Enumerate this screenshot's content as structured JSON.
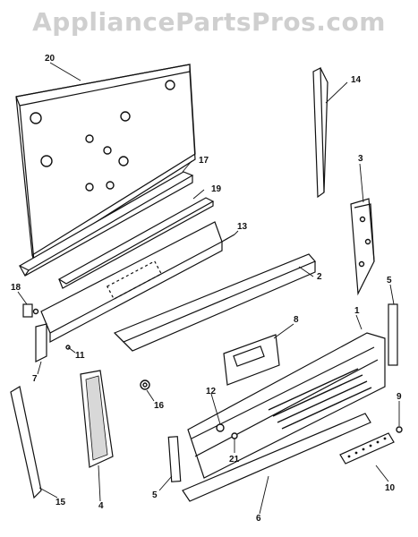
{
  "watermark": "AppliancePartsPros.com",
  "callouts": [
    "20",
    "14",
    "17",
    "19",
    "3",
    "13",
    "2",
    "18",
    "5",
    "8",
    "11",
    "1",
    "7",
    "12",
    "16",
    "9",
    "21",
    "4",
    "15",
    "10",
    "5",
    "6"
  ]
}
